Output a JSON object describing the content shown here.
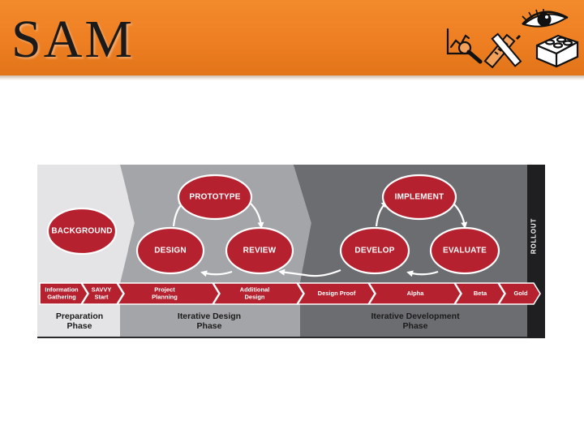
{
  "slide": {
    "title": "SAM"
  },
  "header_icons": [
    "chart-magnifier-icon",
    "ruler-pencil-icon",
    "eye-icon",
    "lego-brick-icon"
  ],
  "diagram": {
    "nodes": {
      "background": "BACKGROUND",
      "prototype": "PROTOTYPE",
      "design": "DESIGN",
      "review": "REVIEW",
      "implement": "IMPLEMENT",
      "develop": "DEVELOP",
      "evaluate": "EVALUATE"
    },
    "rollout": "ROLLOUT",
    "steps": {
      "info": "Information\nGathering",
      "savvy": "SAVVY\nStart",
      "planning": "Project\nPlanning",
      "additional": "Additional\nDesign",
      "proof": "Design Proof",
      "alpha": "Alpha",
      "beta": "Beta",
      "gold": "Gold"
    },
    "phases": {
      "preparation": "Preparation\nPhase",
      "iterative_design": "Iterative Design\nPhase",
      "iterative_dev": "Iterative Development\nPhase"
    },
    "colors": {
      "node_red": "#b5212e",
      "prep_bg": "#e4e4e6",
      "design_bg": "#a4a5a8",
      "dev_bg": "#6c6d71",
      "frame": "#2b2b2d"
    }
  }
}
